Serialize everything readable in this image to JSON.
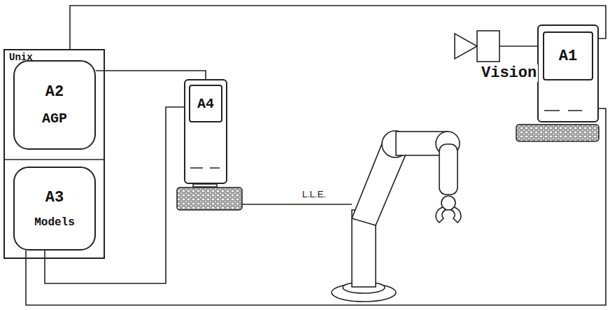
{
  "diagram": {
    "nodes": [
      {
        "text": [
          "Unix"
        ]
      },
      {
        "text": [
          "A2",
          "AGP"
        ],
        "in": 0
      },
      {
        "text": [
          "A3",
          "Models"
        ],
        "in": 0
      },
      {
        "text": [
          "A4"
        ]
      },
      {
        "text": [
          "A1"
        ]
      }
    ],
    "edges": [
      {
        "from": 1,
        "to": 3,
        "arrow": "none"
      },
      {
        "from": 2,
        "to": 3,
        "arrow": "none"
      },
      {
        "from": 0,
        "to": 4,
        "arrow": "none"
      },
      {
        "from": 2,
        "to": 4,
        "arrow": "none"
      }
    ],
    "labels": [
      "Vision",
      "L.L.E."
    ]
  }
}
